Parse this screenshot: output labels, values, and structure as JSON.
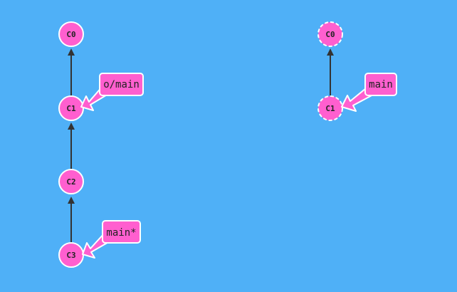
{
  "colors": {
    "background": "#4fb0f7",
    "commit_fill": "#ff5fcf",
    "commit_stroke": "#ffffff",
    "edge": "#333333",
    "branch_fill": "#ff5fcf",
    "branch_stroke": "#ffffff",
    "text": "#222222"
  },
  "local_repo": {
    "commits": [
      {
        "id": "C0"
      },
      {
        "id": "C1"
      },
      {
        "id": "C2"
      },
      {
        "id": "C3"
      }
    ],
    "edges": [
      {
        "from": "C1",
        "to": "C0"
      },
      {
        "from": "C2",
        "to": "C1"
      },
      {
        "from": "C3",
        "to": "C2"
      }
    ],
    "branches": [
      {
        "label": "o/main",
        "target": "C1"
      },
      {
        "label": "main*",
        "target": "C3"
      }
    ]
  },
  "remote_repo": {
    "commits": [
      {
        "id": "C0"
      },
      {
        "id": "C1"
      }
    ],
    "edges": [
      {
        "from": "C1",
        "to": "C0"
      }
    ],
    "branches": [
      {
        "label": "main",
        "target": "C1"
      }
    ]
  }
}
